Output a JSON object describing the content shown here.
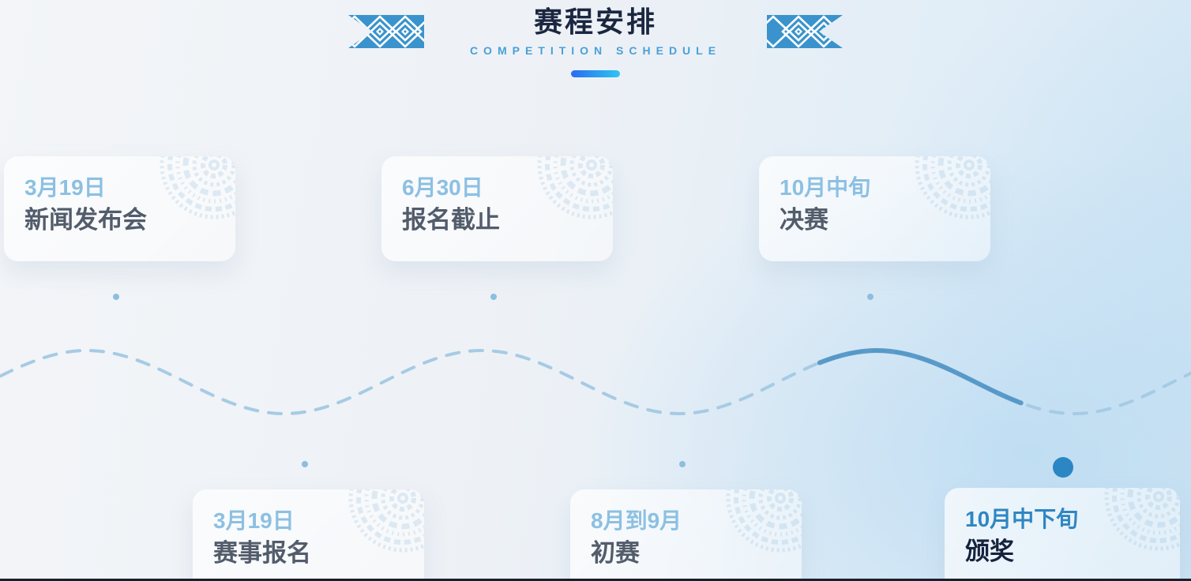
{
  "header": {
    "title": "赛程安排",
    "subtitle": "COMPETITION SCHEDULE"
  },
  "icons": {
    "left_decoration": "ethnic-diamond-banner-left-icon",
    "right_decoration": "ethnic-diamond-banner-right-icon",
    "card_watermark": "totem-drum-circle-icon",
    "timeline_marker_hollow": "hollow-circle-marker",
    "timeline_marker_filled": "filled-circle-marker"
  },
  "timeline": {
    "stages": [
      {
        "date": "3月19日",
        "title": "新闻发布会",
        "row": "top",
        "active": false
      },
      {
        "date": "6月30日",
        "title": "报名截止",
        "row": "top",
        "active": false
      },
      {
        "date": "10月中旬",
        "title": "决赛",
        "row": "top",
        "active": false
      },
      {
        "date": "3月19日",
        "title": "赛事报名",
        "row": "bottom",
        "active": false
      },
      {
        "date": "8月到9月",
        "title": "初赛",
        "row": "bottom",
        "active": false
      },
      {
        "date": "10月中下旬",
        "title": "颁奖",
        "row": "bottom",
        "active": true
      }
    ]
  },
  "colors": {
    "title_navy": "#1b2740",
    "subtitle_blue": "#4aa0d8",
    "accent_pill_gradient": [
      "#2a6cf0",
      "#2ec5f1"
    ],
    "decoration_blue": "#3a93cc",
    "stage_date_blue": "#8cc0e2",
    "stage_date_active_blue": "#2f86c2",
    "stage_title_gray": "#525c6b",
    "stage_title_active_navy": "#16233e",
    "wave_dashed": "#a6cbe4",
    "wave_solid": "#4e92c4",
    "marker_ring": "#8cbede",
    "marker_filled": "#2c86c4",
    "background_light": "#f3f5f8",
    "background_blue": "#d4e7f4"
  }
}
